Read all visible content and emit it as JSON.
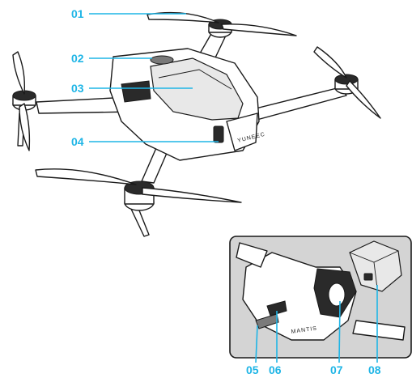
{
  "brand_text": "YUNEEC",
  "inset_text": "MANTIS",
  "callouts": {
    "c01": "01",
    "c02": "02",
    "c03": "03",
    "c04": "04",
    "c05": "05",
    "c06": "06",
    "c07": "07",
    "c08": "08"
  },
  "colors": {
    "callout": "#1fb5e6",
    "outline": "#1a1a1a",
    "inset_background": "#d4d4d4"
  }
}
